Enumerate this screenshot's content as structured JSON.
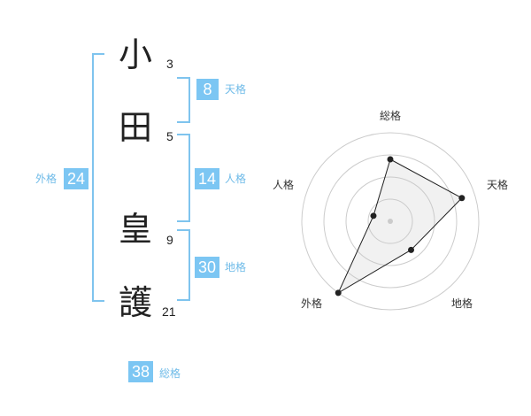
{
  "name": {
    "chars": [
      {
        "char": "小",
        "strokes": "3"
      },
      {
        "char": "田",
        "strokes": "5"
      },
      {
        "char": "皇",
        "strokes": "9"
      },
      {
        "char": "護",
        "strokes": "21"
      }
    ]
  },
  "scores": {
    "tenkaku": {
      "value": "8",
      "label": "天格"
    },
    "jinkaku": {
      "value": "14",
      "label": "人格"
    },
    "chikaku": {
      "value": "30",
      "label": "地格"
    },
    "gaikaku": {
      "value": "24",
      "label": "外格"
    },
    "soukaku": {
      "value": "38",
      "label": "総格"
    }
  },
  "colors": {
    "accent": "#7cc6f3",
    "bracket": "#7fc4ee",
    "label": "#6fbbe8"
  },
  "chart_data": {
    "type": "radar",
    "axes": [
      "総格",
      "天格",
      "地格",
      "外格",
      "人格"
    ],
    "values": [
      0.7,
      0.85,
      0.4,
      1.0,
      0.2
    ],
    "rings": 4,
    "range": [
      0,
      1
    ]
  }
}
